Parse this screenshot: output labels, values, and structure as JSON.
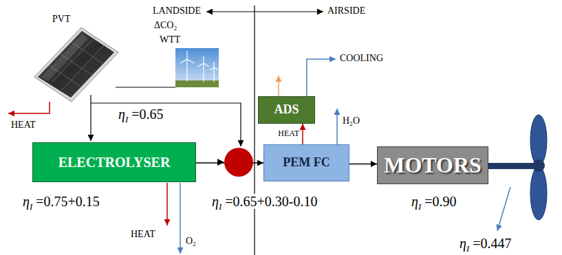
{
  "diagram": {
    "nodes": [
      {
        "text": [
          "ELECTROLYSER"
        ]
      },
      {
        "text": [
          "ADS"
        ]
      },
      {
        "text": [
          "PEM FC"
        ]
      },
      {
        "text": [
          "MOTORS"
        ]
      }
    ],
    "edges": [
      {
        "from": 0,
        "to": 2,
        "arrow": "to"
      },
      {
        "from": 2,
        "to": 1,
        "label": "HEAT",
        "arrow": "to"
      },
      {
        "from": 2,
        "to": 3,
        "arrow": "to"
      }
    ],
    "labels": [
      "LANDSIDE",
      "AIRSIDE",
      "PVT",
      "ΔCO₂",
      "WTT",
      "HEAT",
      "ηI =0.65",
      "COOLING",
      "H₂O",
      "ηI =0.75+0.15",
      "HEAT",
      "O₂",
      "ηI =0.65+0.30-0.10",
      "ηI =0.90",
      "ηI =0.447"
    ]
  }
}
